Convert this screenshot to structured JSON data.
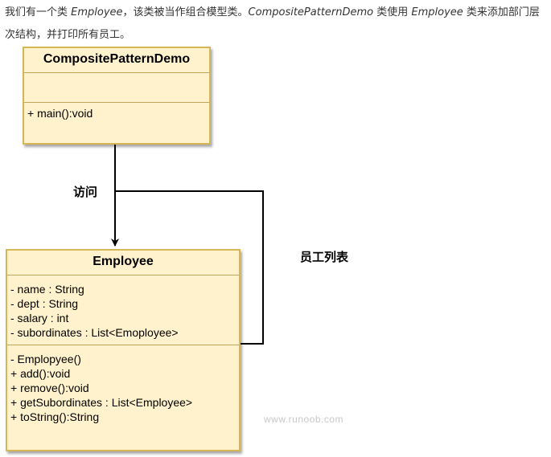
{
  "intro": {
    "p1": "我们有一个类 ",
    "i1": "Employee",
    "p2": "，该类被当作组合模型类。",
    "i2": "CompositePatternDemo",
    "p3": " 类使用 ",
    "i3": "Employee",
    "p4": " 类来添加部门层次结构，并打印所有员工。"
  },
  "demo_class": {
    "name": "CompositePatternDemo",
    "attributes": [],
    "methods": [
      "+ main():void"
    ]
  },
  "employee_class": {
    "name": "Employee",
    "attributes": [
      "- name : String",
      "- dept : String",
      "- salary : int",
      "- subordinates : List<Emoployee>"
    ],
    "methods": [
      "- Emplopyee()",
      "+ add():void",
      "+ remove():void",
      "+ getSubordinates : List<Employee>",
      "+ toString():String"
    ]
  },
  "labels": {
    "access": "访问",
    "employee_list": "员工列表"
  },
  "watermark": "www.runoob.com",
  "colors": {
    "class_fill": "#fff2cc",
    "class_border": "#d6b656",
    "connector": "#000000"
  }
}
